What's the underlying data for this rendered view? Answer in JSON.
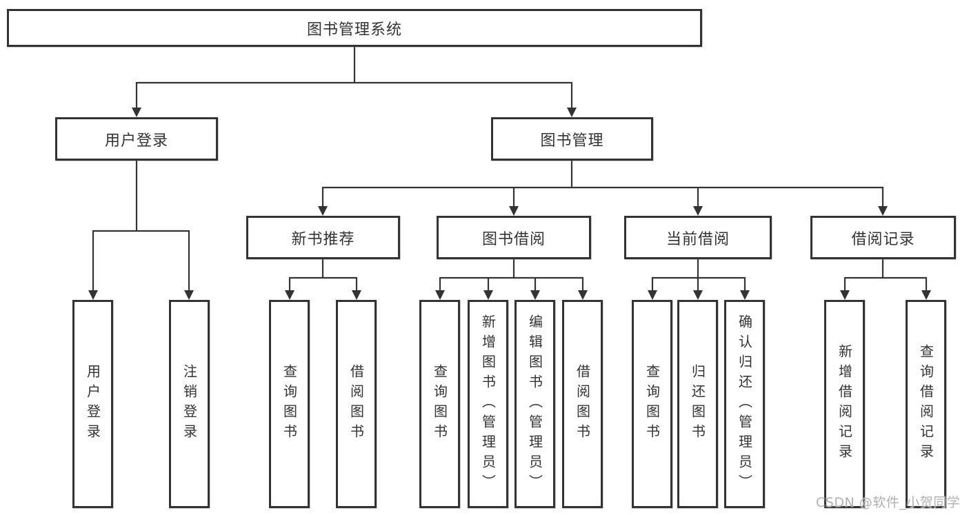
{
  "diagram": {
    "tree": {
      "label": "图书管理系统",
      "children": [
        {
          "label": "用户登录",
          "children": [
            {
              "label": "用户登录"
            },
            {
              "label": "注销登录"
            }
          ]
        },
        {
          "label": "图书管理",
          "children": [
            {
              "label": "新书推荐",
              "children": [
                {
                  "label": "查询图书"
                },
                {
                  "label": "借阅图书"
                }
              ]
            },
            {
              "label": "图书借阅",
              "children": [
                {
                  "label": "查询图书"
                },
                {
                  "label": "新增图书（管理员）"
                },
                {
                  "label": "编辑图书（管理员）"
                },
                {
                  "label": "借阅图书"
                }
              ]
            },
            {
              "label": "当前借阅",
              "children": [
                {
                  "label": "查询图书"
                },
                {
                  "label": "归还图书"
                },
                {
                  "label": "确认归还（管理员）"
                }
              ]
            },
            {
              "label": "借阅记录",
              "children": [
                {
                  "label": "新增借阅记录"
                },
                {
                  "label": "查询借阅记录"
                }
              ]
            }
          ]
        }
      ]
    },
    "colors": {
      "line": "#333333",
      "text": "#333333",
      "box_background": "#ffffff",
      "watermark": "#b1b1b1"
    }
  },
  "watermark": {
    "text": "CSDN @软件_小贺同学"
  }
}
